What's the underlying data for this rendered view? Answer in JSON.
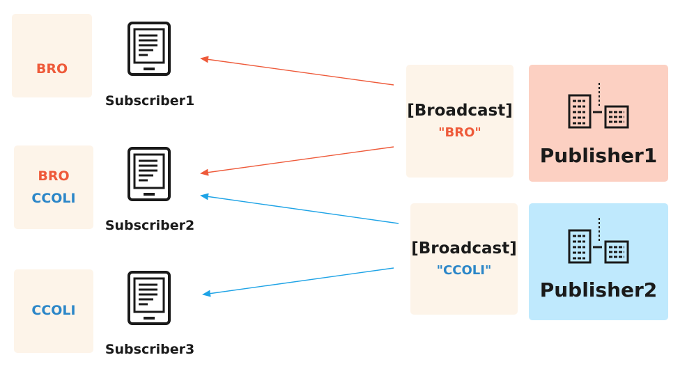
{
  "subscribers": [
    {
      "name": "Subscriber1",
      "topics": [
        {
          "text": "BRO",
          "color": "#ee5a3a"
        }
      ]
    },
    {
      "name": "Subscriber2",
      "topics": [
        {
          "text": "BRO",
          "color": "#ee5a3a"
        },
        {
          "text": "CCOLI",
          "color": "#2b86c8"
        }
      ]
    },
    {
      "name": "Subscriber3",
      "topics": [
        {
          "text": "CCOLI",
          "color": "#2b86c8"
        }
      ]
    }
  ],
  "broadcasts": [
    {
      "title": "[Broadcast]",
      "topic": "\"BRO\"",
      "color": "#ee5a3a"
    },
    {
      "title": "[Broadcast]",
      "topic": "\"CCOLI\"",
      "color": "#2b86c8"
    }
  ],
  "publishers": [
    {
      "name": "Publisher1",
      "background": "#fcd0c2"
    },
    {
      "name": "Publisher2",
      "background": "#bfe9fd"
    }
  ],
  "colors": {
    "bro": "#ee5a3a",
    "ccoli": "#1ea3e6",
    "message_box": "#fdf4e9"
  },
  "icons": {
    "subscriber": "ereader-device-icon",
    "publisher": "broadcasting-buildings-icon"
  }
}
